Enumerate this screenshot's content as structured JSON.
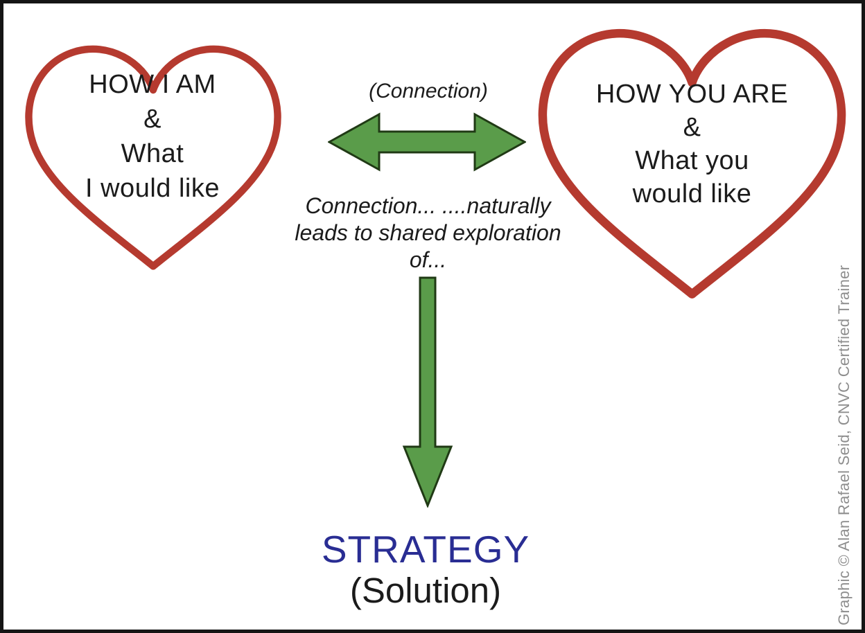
{
  "left_heart": {
    "lines": [
      "HOW I AM",
      "&",
      "What",
      "I would like"
    ]
  },
  "right_heart": {
    "lines": [
      "HOW YOU ARE",
      "&",
      "What you",
      "would like"
    ]
  },
  "connection": {
    "label": "(Connection)",
    "caption_lines": [
      "Connection...",
      "....naturally leads to",
      "shared exploration of..."
    ]
  },
  "strategy": {
    "title": "STRATEGY",
    "subtitle": "(Solution)"
  },
  "attribution": "Graphic © Alan Rafael Seid, CNVC Certified Trainer",
  "colors": {
    "heart": "#b53a2f",
    "arrow_fill": "#5a9c4a",
    "arrow_stroke": "#203a15",
    "strategy": "#292d93",
    "text": "#1b1b1b",
    "attribution": "#8e8e8e",
    "border": "#151515"
  }
}
